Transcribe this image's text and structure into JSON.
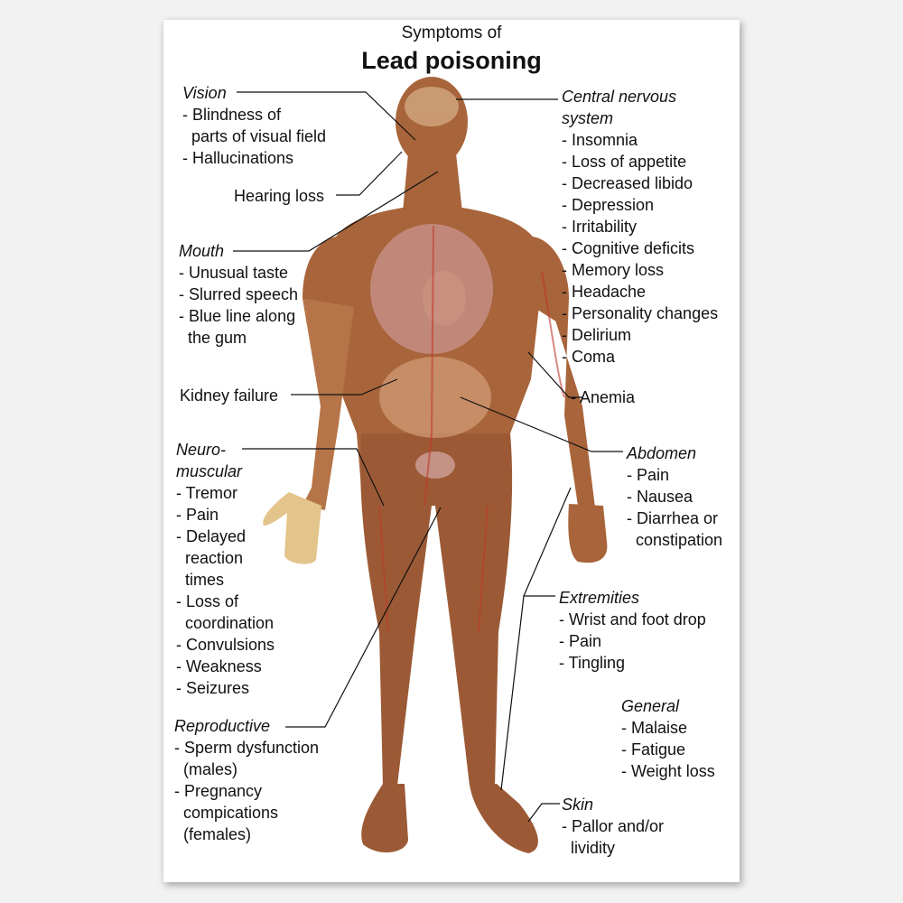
{
  "title": {
    "line1": "Symptoms of",
    "line2": "Lead poisoning"
  },
  "colors": {
    "skin": "#a8643a",
    "skin_dark": "#8d4f2b",
    "background": "#ffffff",
    "text": "#111111"
  },
  "labels": {
    "vision": {
      "heading": "Vision",
      "items": [
        "- Blindness of",
        "parts of visual field",
        "- Hallucinations"
      ]
    },
    "hearing": {
      "text": "Hearing loss"
    },
    "mouth": {
      "heading": "Mouth",
      "items": [
        "- Unusual taste",
        "- Slurred speech",
        "- Blue line along",
        "the gum"
      ]
    },
    "kidney": {
      "text": "Kidney failure"
    },
    "neuromuscular": {
      "heading_1": "Neuro-",
      "heading_2": "muscular",
      "items": [
        "- Tremor",
        "- Pain",
        "- Delayed",
        "reaction",
        "times",
        "- Loss of",
        "coordination",
        "- Convulsions",
        "- Weakness",
        "- Seizures"
      ]
    },
    "reproductive": {
      "heading": "Reproductive",
      "items": [
        "- Sperm dysfunction",
        "(males)",
        "- Pregnancy",
        "compications",
        "(females)"
      ]
    },
    "cns": {
      "heading_1": "Central nervous",
      "heading_2": "system",
      "items": [
        "- Insomnia",
        "- Loss of appetite",
        "- Decreased libido",
        "- Depression",
        "- Irritability",
        "- Cognitive deficits",
        "- Memory loss",
        "- Headache",
        "- Personality changes",
        "- Delirium",
        "- Coma"
      ]
    },
    "anemia": {
      "text": "- Anemia"
    },
    "abdomen": {
      "heading": "Abdomen",
      "items": [
        "- Pain",
        "- Nausea",
        "- Diarrhea or",
        "constipation"
      ]
    },
    "extremities": {
      "heading": "Extremities",
      "items": [
        "- Wrist and foot drop",
        "- Pain",
        "- Tingling"
      ]
    },
    "general": {
      "heading": "General",
      "items": [
        "- Malaise",
        "- Fatigue",
        "- Weight loss"
      ]
    },
    "skin": {
      "heading": "Skin",
      "items": [
        "- Pallor and/or",
        "lividity"
      ]
    }
  }
}
